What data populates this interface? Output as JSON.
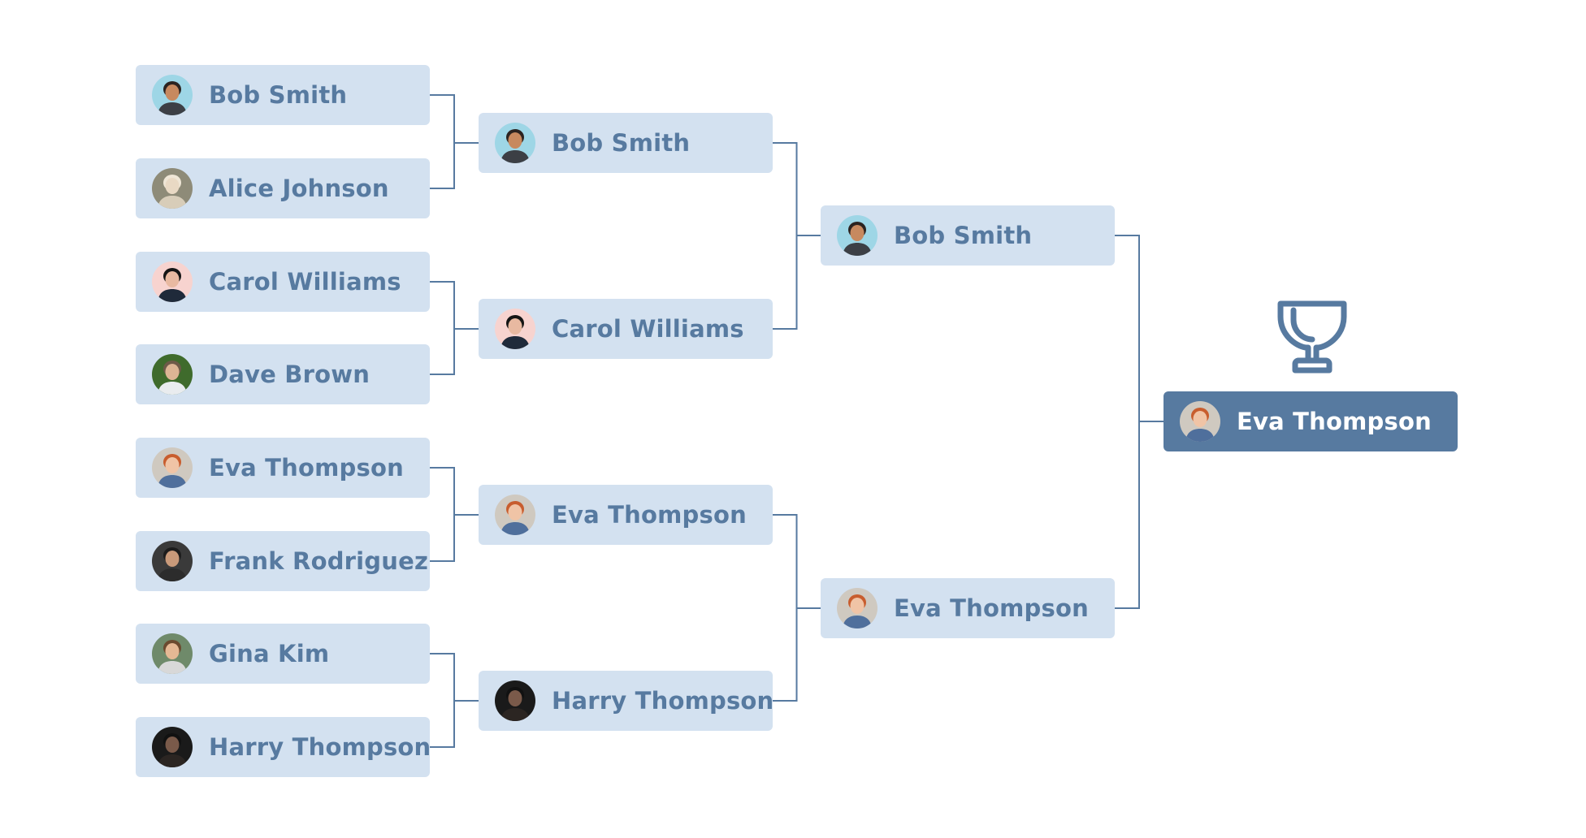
{
  "colors": {
    "card_bg": "#d3e1f0",
    "card_text": "#577aa0",
    "champion_bg": "#577aa0",
    "champion_text": "#ffffff",
    "connector": "#577aa0",
    "trophy": "#577aa0"
  },
  "trophy_icon": "trophy-icon",
  "rounds": [
    {
      "name": "round-1",
      "players": [
        {
          "name": "Bob Smith",
          "avatar": {
            "bg": "#9ed6e6",
            "skin": "#c7895f",
            "hair": "#2b2320",
            "shirt": "#3c3f45"
          }
        },
        {
          "name": "Alice Johnson",
          "avatar": {
            "bg": "#8e8b78",
            "skin": "#e9d9c4",
            "hair": "#efe6d6",
            "shirt": "#d8cdb9"
          }
        },
        {
          "name": "Carol Williams",
          "avatar": {
            "bg": "#f7d3cf",
            "skin": "#e8b9a1",
            "hair": "#141414",
            "shirt": "#1f2a3a"
          }
        },
        {
          "name": "Dave Brown",
          "avatar": {
            "bg": "#3f6b2c",
            "skin": "#dcb594",
            "hair": "#6d5a48",
            "shirt": "#e9ecef"
          }
        },
        {
          "name": "Eva Thompson",
          "avatar": {
            "bg": "#cfc9c0",
            "skin": "#f0c4a6",
            "hair": "#c85d2e",
            "shirt": "#4f6f9c"
          }
        },
        {
          "name": "Frank Rodriguez",
          "avatar": {
            "bg": "#3a3a3a",
            "skin": "#c99a7a",
            "hair": "#1c1c1c",
            "shirt": "#2c2c2c"
          }
        },
        {
          "name": "Gina Kim",
          "avatar": {
            "bg": "#6f8a6a",
            "skin": "#e5b894",
            "hair": "#6b4a2f",
            "shirt": "#d8d8d8"
          }
        },
        {
          "name": "Harry Thompson",
          "avatar": {
            "bg": "#1a1a1a",
            "skin": "#7a5a4a",
            "hair": "#111111",
            "shirt": "#2b2522"
          }
        }
      ]
    },
    {
      "name": "round-2",
      "players": [
        {
          "name": "Bob Smith",
          "avatar": {
            "bg": "#9ed6e6",
            "skin": "#c7895f",
            "hair": "#2b2320",
            "shirt": "#3c3f45"
          }
        },
        {
          "name": "Carol Williams",
          "avatar": {
            "bg": "#f7d3cf",
            "skin": "#e8b9a1",
            "hair": "#141414",
            "shirt": "#1f2a3a"
          }
        },
        {
          "name": "Eva Thompson",
          "avatar": {
            "bg": "#cfc9c0",
            "skin": "#f0c4a6",
            "hair": "#c85d2e",
            "shirt": "#4f6f9c"
          }
        },
        {
          "name": "Harry Thompson",
          "avatar": {
            "bg": "#1a1a1a",
            "skin": "#7a5a4a",
            "hair": "#111111",
            "shirt": "#2b2522"
          }
        }
      ]
    },
    {
      "name": "round-3",
      "players": [
        {
          "name": "Bob Smith",
          "avatar": {
            "bg": "#9ed6e6",
            "skin": "#c7895f",
            "hair": "#2b2320",
            "shirt": "#3c3f45"
          }
        },
        {
          "name": "Eva Thompson",
          "avatar": {
            "bg": "#cfc9c0",
            "skin": "#f0c4a6",
            "hair": "#c85d2e",
            "shirt": "#4f6f9c"
          }
        }
      ]
    }
  ],
  "champion": {
    "name": "Eva Thompson",
    "avatar": {
      "bg": "#cfc9c0",
      "skin": "#f0c4a6",
      "hair": "#c85d2e",
      "shirt": "#4f6f9c"
    }
  }
}
